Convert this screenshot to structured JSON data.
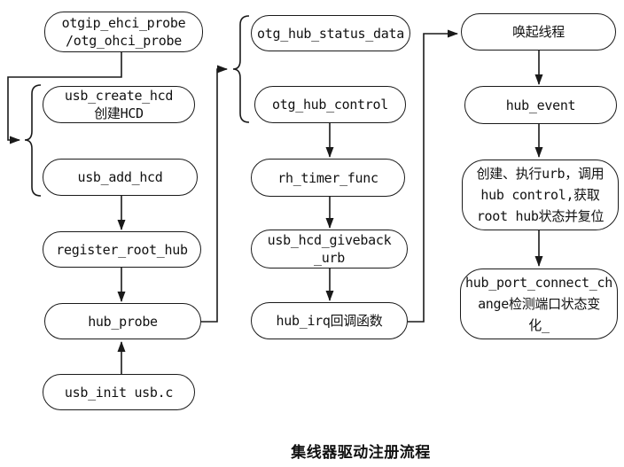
{
  "diagram": {
    "caption": "集线器驱动注册流程",
    "colors": {
      "line": "#1a1a1a",
      "background": "#ffffff"
    },
    "nodes": {
      "otgip_probe": {
        "label": "otgip_ehci_probe\n/otg_ohci_probe"
      },
      "usb_create_hcd": {
        "label": "usb_create_hcd\n创建HCD"
      },
      "usb_add_hcd": {
        "label": "usb_add_hcd"
      },
      "register_root_hub": {
        "label": "register_root_hub"
      },
      "hub_probe": {
        "label": "hub_probe"
      },
      "usb_init": {
        "label": "usb_init usb.c"
      },
      "otg_hub_status_data": {
        "label": "otg_hub_status_data"
      },
      "otg_hub_control": {
        "label": "otg_hub_control"
      },
      "rh_timer_func": {
        "label": "rh_timer_func"
      },
      "usb_hcd_giveback_urb": {
        "label": "usb_hcd_giveback\n_urb"
      },
      "hub_irq_callback": {
        "label": "hub_irq回调函数"
      },
      "wake_thread": {
        "label": "唤起线程"
      },
      "hub_event": {
        "label": "hub_event"
      },
      "create_exec_urb": {
        "label": "创建、执行urb，调用\nhub control,获取\nroot hub状态并复位"
      },
      "hub_port_connect_change": {
        "label": "hub_port_connect_ch\nange检测端口状态变\n化_"
      }
    }
  }
}
